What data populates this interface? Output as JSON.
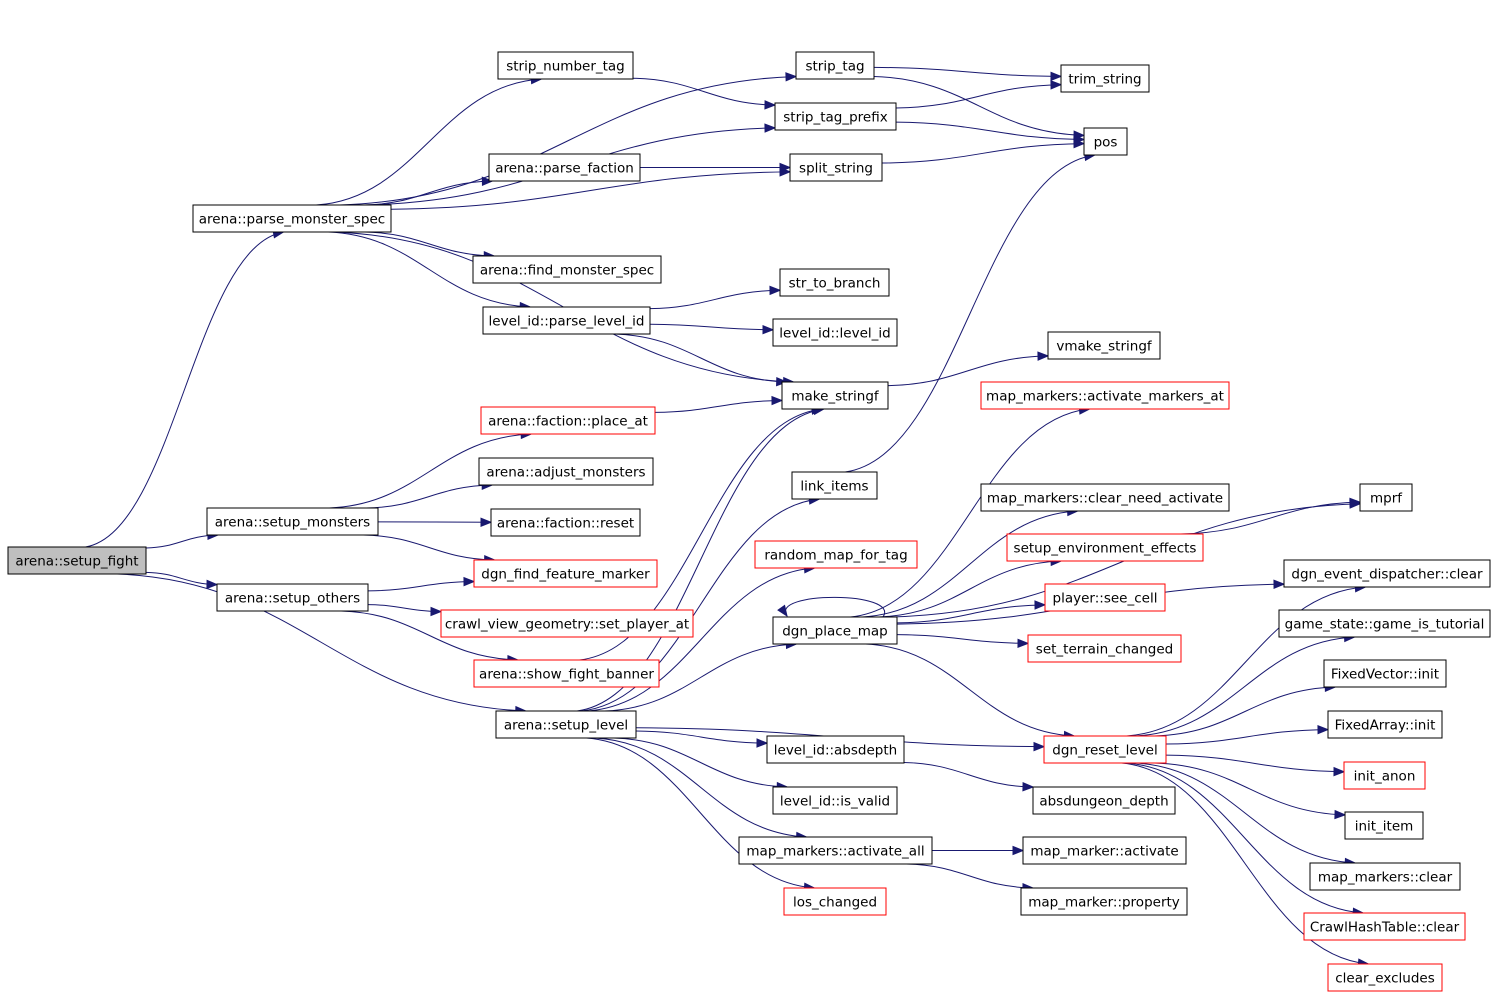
{
  "colors": {
    "edge": "#191970",
    "node_fill": "#ffffff",
    "root_fill": "#bfbfbf",
    "border_documented": "#000000",
    "border_undocumented": "#ff0000"
  },
  "nodes": [
    {
      "id": "setup_fight",
      "label": "arena::setup_fight",
      "style": "root"
    },
    {
      "id": "parse_monster_spec",
      "label": "arena::parse_monster_spec",
      "style": "normal"
    },
    {
      "id": "strip_number_tag",
      "label": "strip_number_tag",
      "style": "normal"
    },
    {
      "id": "strip_tag",
      "label": "strip_tag",
      "style": "normal"
    },
    {
      "id": "trim_string",
      "label": "trim_string",
      "style": "normal"
    },
    {
      "id": "strip_tag_prefix",
      "label": "strip_tag_prefix",
      "style": "normal"
    },
    {
      "id": "pos",
      "label": "pos",
      "style": "normal"
    },
    {
      "id": "parse_faction",
      "label": "arena::parse_faction",
      "style": "normal"
    },
    {
      "id": "split_string",
      "label": "split_string",
      "style": "normal"
    },
    {
      "id": "find_monster_spec",
      "label": "arena::find_monster_spec",
      "style": "normal"
    },
    {
      "id": "parse_level_id",
      "label": "level_id::parse_level_id",
      "style": "normal"
    },
    {
      "id": "str_to_branch",
      "label": "str_to_branch",
      "style": "normal"
    },
    {
      "id": "level_id_ctor",
      "label": "level_id::level_id",
      "style": "normal"
    },
    {
      "id": "vmake_stringf",
      "label": "vmake_stringf",
      "style": "normal"
    },
    {
      "id": "make_stringf",
      "label": "make_stringf",
      "style": "normal"
    },
    {
      "id": "faction_place_at",
      "label": "arena::faction::place_at",
      "style": "undocumented"
    },
    {
      "id": "activate_markers_at",
      "label": "map_markers::activate_markers_at",
      "style": "undocumented"
    },
    {
      "id": "adjust_monsters",
      "label": "arena::adjust_monsters",
      "style": "normal"
    },
    {
      "id": "link_items",
      "label": "link_items",
      "style": "normal"
    },
    {
      "id": "mprf",
      "label": "mprf",
      "style": "normal"
    },
    {
      "id": "clear_need_activate",
      "label": "map_markers::clear_need_activate",
      "style": "normal"
    },
    {
      "id": "setup_monsters",
      "label": "arena::setup_monsters",
      "style": "normal"
    },
    {
      "id": "faction_reset",
      "label": "arena::faction::reset",
      "style": "normal"
    },
    {
      "id": "setup_environment_effects",
      "label": "setup_environment_effects",
      "style": "undocumented"
    },
    {
      "id": "random_map_for_tag",
      "label": "random_map_for_tag",
      "style": "undocumented"
    },
    {
      "id": "dgn_find_feature_marker",
      "label": "dgn_find_feature_marker",
      "style": "undocumented"
    },
    {
      "id": "dgn_event_dispatcher_clear",
      "label": "dgn_event_dispatcher::clear",
      "style": "normal"
    },
    {
      "id": "setup_others",
      "label": "arena::setup_others",
      "style": "normal"
    },
    {
      "id": "player_see_cell",
      "label": "player::see_cell",
      "style": "undocumented"
    },
    {
      "id": "set_player_at",
      "label": "crawl_view_geometry::set_player_at",
      "style": "undocumented"
    },
    {
      "id": "dgn_place_map",
      "label": "dgn_place_map",
      "style": "normal"
    },
    {
      "id": "game_is_tutorial",
      "label": "game_state::game_is_tutorial",
      "style": "normal"
    },
    {
      "id": "set_terrain_changed",
      "label": "set_terrain_changed",
      "style": "undocumented"
    },
    {
      "id": "show_fight_banner",
      "label": "arena::show_fight_banner",
      "style": "undocumented"
    },
    {
      "id": "fixedvector_init",
      "label": "FixedVector::init",
      "style": "normal"
    },
    {
      "id": "setup_level",
      "label": "arena::setup_level",
      "style": "normal"
    },
    {
      "id": "dgn_reset_level",
      "label": "dgn_reset_level",
      "style": "undocumented"
    },
    {
      "id": "fixedarray_init",
      "label": "FixedArray::init",
      "style": "normal"
    },
    {
      "id": "absdepth",
      "label": "level_id::absdepth",
      "style": "normal"
    },
    {
      "id": "init_anon",
      "label": "init_anon",
      "style": "undocumented"
    },
    {
      "id": "absdungeon_depth",
      "label": "absdungeon_depth",
      "style": "normal"
    },
    {
      "id": "is_valid",
      "label": "level_id::is_valid",
      "style": "normal"
    },
    {
      "id": "init_item",
      "label": "init_item",
      "style": "normal"
    },
    {
      "id": "activate_all",
      "label": "map_markers::activate_all",
      "style": "normal"
    },
    {
      "id": "map_marker_activate",
      "label": "map_marker::activate",
      "style": "normal"
    },
    {
      "id": "map_markers_clear",
      "label": "map_markers::clear",
      "style": "normal"
    },
    {
      "id": "los_changed",
      "label": "los_changed",
      "style": "undocumented"
    },
    {
      "id": "map_marker_property",
      "label": "map_marker::property",
      "style": "normal"
    },
    {
      "id": "crawlhashtable_clear",
      "label": "CrawlHashTable::clear",
      "style": "undocumented"
    },
    {
      "id": "clear_excludes",
      "label": "clear_excludes",
      "style": "undocumented"
    }
  ],
  "edges": [
    [
      "setup_fight",
      "parse_monster_spec"
    ],
    [
      "setup_fight",
      "setup_monsters"
    ],
    [
      "setup_fight",
      "setup_others"
    ],
    [
      "setup_fight",
      "setup_level"
    ],
    [
      "parse_monster_spec",
      "strip_number_tag"
    ],
    [
      "parse_monster_spec",
      "strip_tag"
    ],
    [
      "parse_monster_spec",
      "strip_tag_prefix"
    ],
    [
      "parse_monster_spec",
      "parse_faction"
    ],
    [
      "parse_monster_spec",
      "split_string"
    ],
    [
      "parse_monster_spec",
      "find_monster_spec"
    ],
    [
      "parse_monster_spec",
      "parse_level_id"
    ],
    [
      "parse_monster_spec",
      "make_stringf"
    ],
    [
      "strip_number_tag",
      "strip_tag_prefix"
    ],
    [
      "strip_tag",
      "trim_string"
    ],
    [
      "strip_tag",
      "pos"
    ],
    [
      "strip_tag_prefix",
      "trim_string"
    ],
    [
      "strip_tag_prefix",
      "pos"
    ],
    [
      "parse_faction",
      "split_string"
    ],
    [
      "split_string",
      "pos"
    ],
    [
      "parse_level_id",
      "str_to_branch"
    ],
    [
      "parse_level_id",
      "level_id_ctor"
    ],
    [
      "parse_level_id",
      "make_stringf"
    ],
    [
      "make_stringf",
      "vmake_stringf"
    ],
    [
      "faction_place_at",
      "make_stringf"
    ],
    [
      "setup_monsters",
      "faction_place_at"
    ],
    [
      "setup_monsters",
      "adjust_monsters"
    ],
    [
      "setup_monsters",
      "faction_reset"
    ],
    [
      "setup_monsters",
      "dgn_find_feature_marker"
    ],
    [
      "setup_others",
      "dgn_find_feature_marker"
    ],
    [
      "setup_others",
      "set_player_at"
    ],
    [
      "setup_others",
      "show_fight_banner"
    ],
    [
      "show_fight_banner",
      "make_stringf"
    ],
    [
      "setup_level",
      "make_stringf"
    ],
    [
      "setup_level",
      "link_items"
    ],
    [
      "setup_level",
      "random_map_for_tag"
    ],
    [
      "setup_level",
      "dgn_place_map"
    ],
    [
      "setup_level",
      "dgn_reset_level"
    ],
    [
      "setup_level",
      "absdepth"
    ],
    [
      "setup_level",
      "is_valid"
    ],
    [
      "setup_level",
      "activate_all"
    ],
    [
      "setup_level",
      "los_changed"
    ],
    [
      "link_items",
      "pos"
    ],
    [
      "dgn_place_map",
      "dgn_place_map"
    ],
    [
      "dgn_place_map",
      "activate_markers_at"
    ],
    [
      "dgn_place_map",
      "mprf"
    ],
    [
      "dgn_place_map",
      "clear_need_activate"
    ],
    [
      "dgn_place_map",
      "setup_environment_effects"
    ],
    [
      "dgn_place_map",
      "player_see_cell"
    ],
    [
      "dgn_place_map",
      "set_terrain_changed"
    ],
    [
      "dgn_place_map",
      "dgn_event_dispatcher_clear"
    ],
    [
      "dgn_place_map",
      "dgn_reset_level"
    ],
    [
      "setup_environment_effects",
      "mprf"
    ],
    [
      "absdepth",
      "absdungeon_depth"
    ],
    [
      "activate_all",
      "map_marker_activate"
    ],
    [
      "activate_all",
      "map_marker_property"
    ],
    [
      "dgn_reset_level",
      "dgn_event_dispatcher_clear"
    ],
    [
      "dgn_reset_level",
      "game_is_tutorial"
    ],
    [
      "dgn_reset_level",
      "fixedvector_init"
    ],
    [
      "dgn_reset_level",
      "fixedarray_init"
    ],
    [
      "dgn_reset_level",
      "init_anon"
    ],
    [
      "dgn_reset_level",
      "init_item"
    ],
    [
      "dgn_reset_level",
      "map_markers_clear"
    ],
    [
      "dgn_reset_level",
      "crawlhashtable_clear"
    ],
    [
      "dgn_reset_level",
      "clear_excludes"
    ]
  ]
}
